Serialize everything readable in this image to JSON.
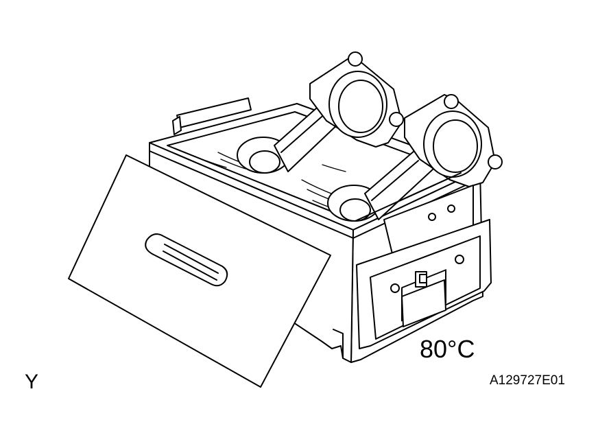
{
  "labels": {
    "temperature": "80°C",
    "view_marker": "Y",
    "figure_code": "A129727E01"
  },
  "colors": {
    "line": "#000000",
    "background": "#ffffff"
  }
}
